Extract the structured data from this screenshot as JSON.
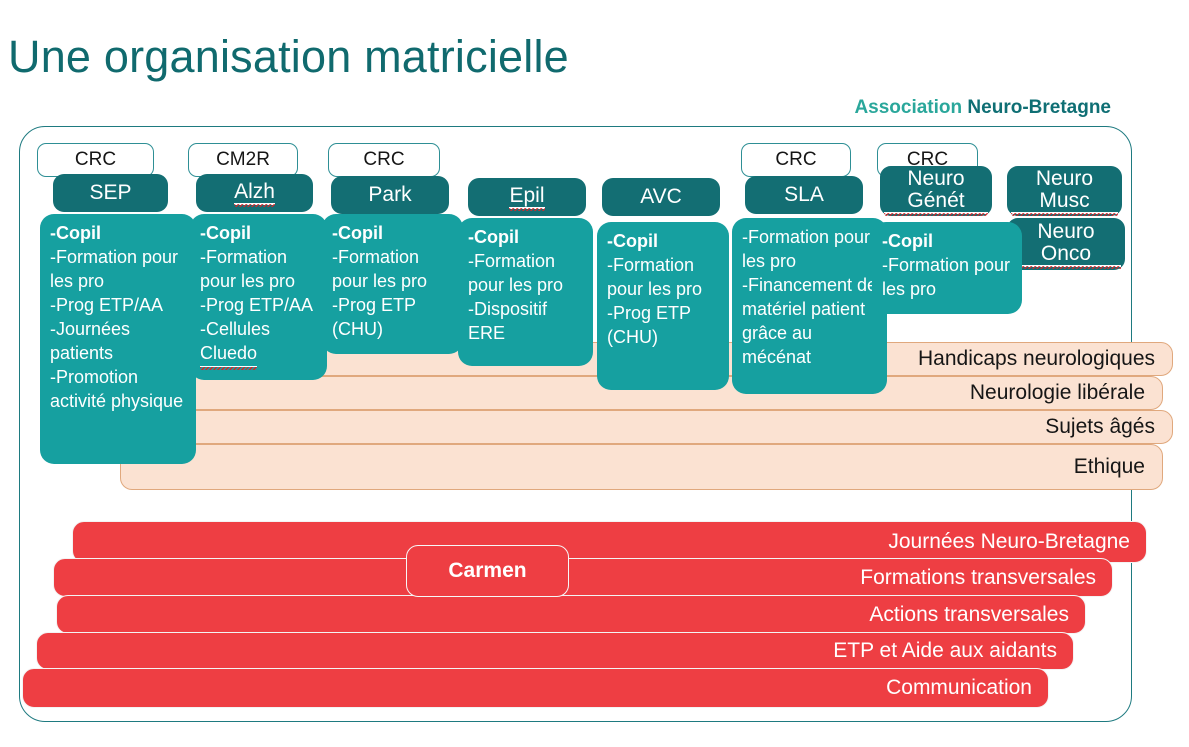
{
  "slide": {
    "title": "Une organisation matricielle",
    "subtitle_prefix": "Association ",
    "subtitle_brand": "Neuro-Bretagne"
  },
  "colors": {
    "title_teal": "#106A6E",
    "header_teal": "#136E73",
    "card_teal": "#16A0A0",
    "peach_fill": "#FBE2D2",
    "peach_border": "#E0A87D",
    "red_bar": "#EE3E43",
    "frame_border": "#1E7A80",
    "subtitle_light": "#2AA79B"
  },
  "columns": [
    {
      "tag": "CRC",
      "name": "SEP",
      "name_misspelled": false,
      "items": [
        {
          "text": "-Copil",
          "bold": true
        },
        {
          "text": "-Formation pour les pro",
          "bold": false
        },
        {
          "text": "-Prog ETP/AA",
          "bold": false
        },
        {
          "text": "-Journées patients",
          "bold": false
        },
        {
          "text": "-Promotion activité physique",
          "bold": false
        }
      ]
    },
    {
      "tag": "CM2R",
      "name": "Alzh",
      "name_misspelled": true,
      "items": [
        {
          "text": "-Copil",
          "bold": true
        },
        {
          "text": "-Formation pour les pro",
          "bold": false
        },
        {
          "text": "-Prog ETP/AA",
          "bold": false
        },
        {
          "text": "-Cellules Cluedo",
          "bold": false,
          "misspelled_tail": "Cluedo"
        }
      ]
    },
    {
      "tag": "CRC",
      "name": "Park",
      "name_misspelled": false,
      "items": [
        {
          "text": "-Copil",
          "bold": true
        },
        {
          "text": "-Formation pour les pro",
          "bold": false
        },
        {
          "text": "-Prog ETP (CHU)",
          "bold": false
        }
      ]
    },
    {
      "tag": "",
      "name": "Epil",
      "name_misspelled": true,
      "items": [
        {
          "text": "-Copil",
          "bold": true
        },
        {
          "text": "-Formation pour les pro",
          "bold": false
        },
        {
          "text": "-Dispositif ERE",
          "bold": false
        }
      ]
    },
    {
      "tag": "",
      "name": "AVC",
      "name_misspelled": false,
      "items": [
        {
          "text": "-Copil",
          "bold": true
        },
        {
          "text": "-Formation pour les pro",
          "bold": false
        },
        {
          "text": "-Prog ETP (CHU)",
          "bold": false
        }
      ]
    },
    {
      "tag": "CRC",
      "name": "SLA",
      "name_misspelled": false,
      "items": [
        {
          "text": "-Formation pour les pro",
          "bold": false
        },
        {
          "text": "-Financement de matériel patient grâce au mécénat",
          "bold": false
        }
      ]
    },
    {
      "tag": "CRC",
      "name": "Neuro Génét",
      "name_misspelled": true,
      "items": [
        {
          "text": "-Copil",
          "bold": true
        },
        {
          "text": "-Formation pour les pro",
          "bold": false
        }
      ]
    }
  ],
  "extra_units": [
    {
      "name": "Neuro Musc",
      "misspelled": true
    },
    {
      "name": "Neuro Onco",
      "misspelled": true
    }
  ],
  "transversal_themes": [
    "Handicaps neurologiques",
    "Neurologie libérale",
    "Sujets âgés",
    "Ethique"
  ],
  "transversal_actions": [
    "Journées Neuro-Bretagne",
    "Formations transversales",
    "Actions transversales",
    "ETP et Aide aux aidants",
    "Communication"
  ],
  "carmen": {
    "label": "Carmen"
  }
}
